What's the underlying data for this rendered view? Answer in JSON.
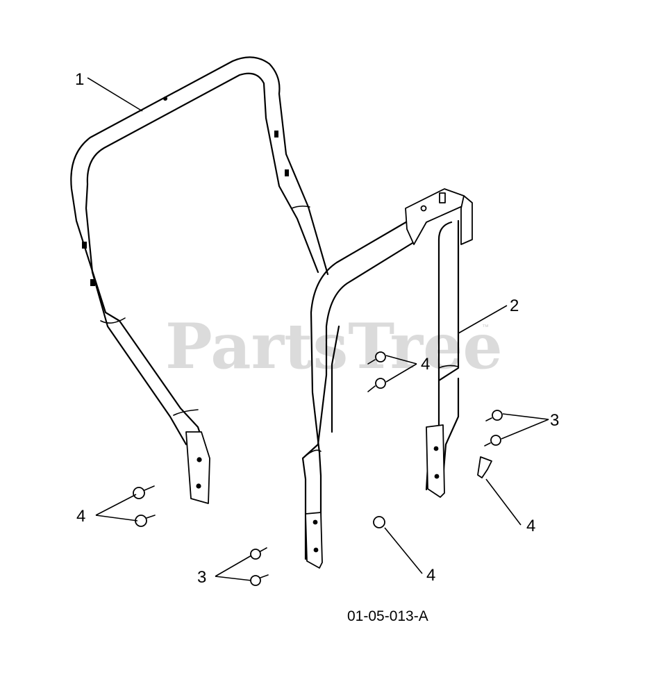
{
  "watermark": {
    "text": "PartsTree",
    "trademark": "™"
  },
  "callouts": {
    "c1": "1",
    "c2": "2",
    "c3_upper_right": "3",
    "c3_lower_left": "3",
    "c4_center": "4",
    "c4_left": "4",
    "c4_right": "4",
    "c4_bottom": "4"
  },
  "figure_number": "01-05-013-A",
  "colors": {
    "line": "#000000",
    "watermark": "#cfcfcf",
    "background": "#ffffff"
  }
}
